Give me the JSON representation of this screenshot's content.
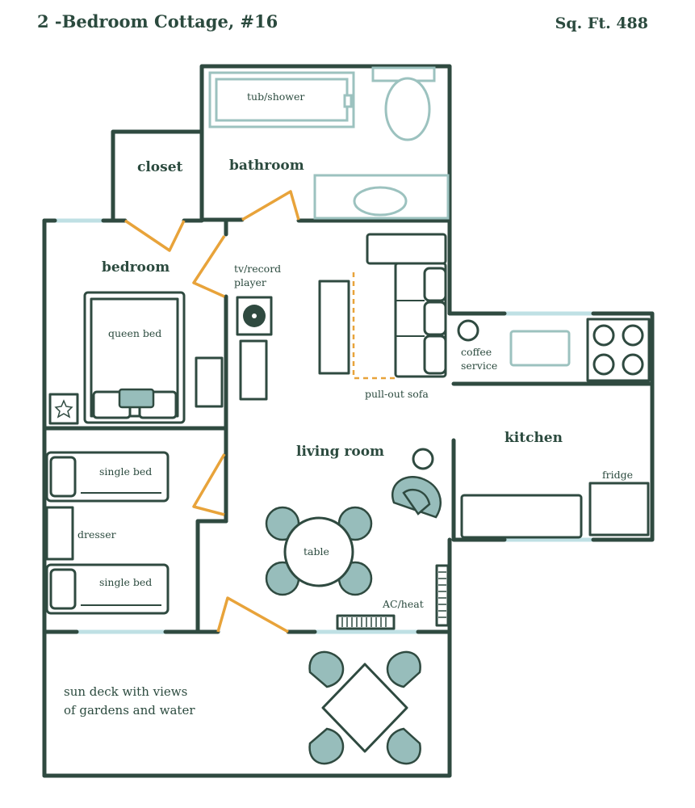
{
  "header": {
    "title": "2 -Bedroom Cottage, #16",
    "sqft": "Sq. Ft. 488"
  },
  "rooms": {
    "closet": "closet",
    "bathroom": "bathroom",
    "bedroom": "bedroom",
    "living_room": "living room",
    "kitchen": "kitchen",
    "sun_deck_line1": "sun deck with views",
    "sun_deck_line2": "of gardens and water"
  },
  "items": {
    "tub_shower": "tub/shower",
    "tv_line1": "tv/record",
    "tv_line2": "player",
    "queen_bed": "queen bed",
    "pull_out_sofa": "pull-out sofa",
    "coffee_line1": "coffee",
    "coffee_line2": "service",
    "fridge": "fridge",
    "single_bed_top": "single bed",
    "single_bed_bottom": "single bed",
    "dresser": "dresser",
    "table": "table",
    "ac_heat": "AC/heat"
  },
  "colors": {
    "wall": "#2f4a40",
    "text": "#2b4a3e",
    "door": "#e8a33a",
    "fixture": "#9cc2bf",
    "window": "#bfe0e4",
    "accent": "#97bdbb"
  }
}
